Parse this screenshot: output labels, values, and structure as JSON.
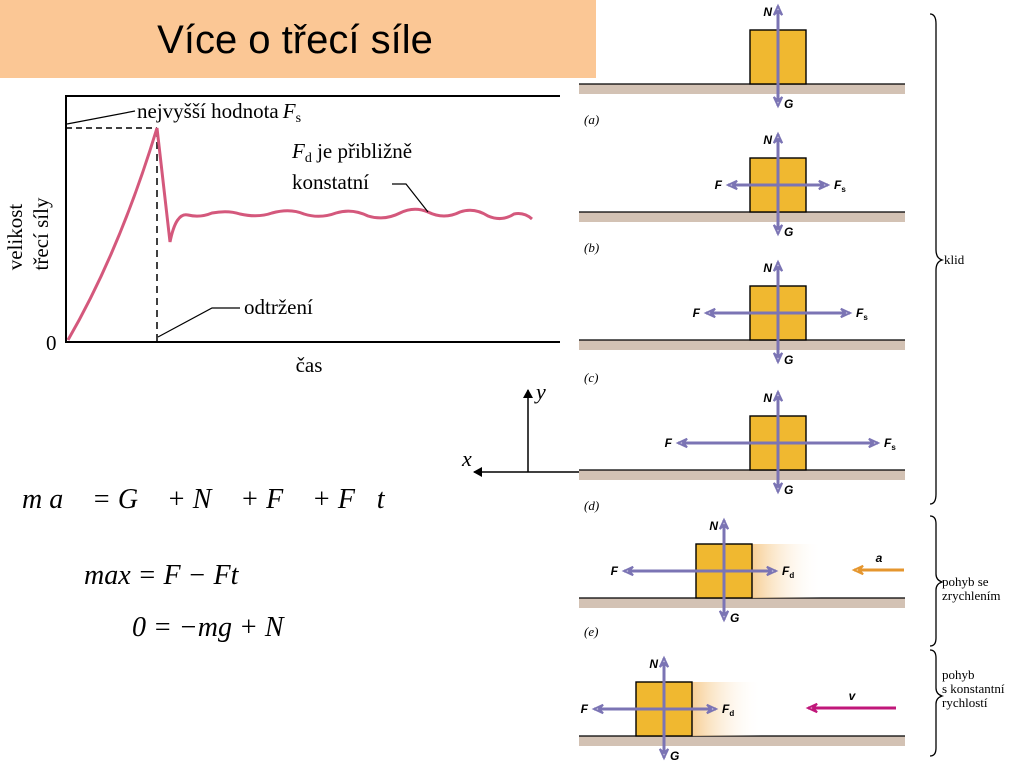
{
  "title": "Více o třecí síle",
  "graph": {
    "ylabel_line1": "velikost",
    "ylabel_line2": "třecí síly",
    "xlabel": "čas",
    "zero": "0",
    "annotation_max": "nejvyšší hodnota",
    "annotation_max_symbol": "F",
    "annotation_max_sub": "s",
    "annotation_fd_symbol": "F",
    "annotation_fd_sub": "d",
    "annotation_fd_text": " je přibližně",
    "annotation_fd_text2": "konstatní",
    "annotation_break": "odtržení"
  },
  "axes": {
    "y": "y",
    "x": "x"
  },
  "equations": {
    "eq1": "m a⃗ = G⃗ + N⃗ + F⃗ + F⃗t",
    "eq2": "max = F − Ft",
    "eq3": "0 = −mg + N"
  },
  "panels": [
    {
      "label": "(a)",
      "forces": [
        "N",
        "G"
      ]
    },
    {
      "label": "(b)",
      "forces": [
        "N",
        "G",
        "F",
        "Fs"
      ]
    },
    {
      "label": "(c)",
      "forces": [
        "N",
        "G",
        "F",
        "Fs"
      ]
    },
    {
      "label": "(d)",
      "forces": [
        "N",
        "G",
        "F",
        "Fs"
      ]
    },
    {
      "label": "(e)",
      "forces": [
        "N",
        "G",
        "F",
        "Fd",
        "a"
      ]
    },
    {
      "label": "",
      "forces": [
        "N",
        "G",
        "F",
        "Fd",
        "v"
      ]
    }
  ],
  "braces": {
    "rest": "klid",
    "accel_line1": "pohyb se",
    "accel_line2": "zrychlením",
    "const_line1": "pohyb",
    "const_line2": "s konstantní",
    "const_line3": "rychlostí"
  },
  "colors": {
    "title_bg": "#fbc795",
    "curve": "#d4587c",
    "force_arrow": "#7b74b4",
    "block": "#f0b830",
    "ground": "#d3c2b4",
    "accel_arrow": "#e5962e",
    "velocity_arrow": "#c0177a"
  }
}
